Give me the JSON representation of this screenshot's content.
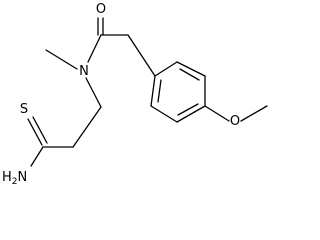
{
  "molecule": {
    "atom_labels": {
      "carbonyl_oxygen": "O",
      "amide_nitrogen": "N",
      "thioamide_sulfur": "S",
      "methoxy_oxygen": "O",
      "amine_h": "H",
      "amine_n": "N",
      "amine_subscript": "2"
    },
    "bond_color": "#000000",
    "background": "#ffffff"
  }
}
